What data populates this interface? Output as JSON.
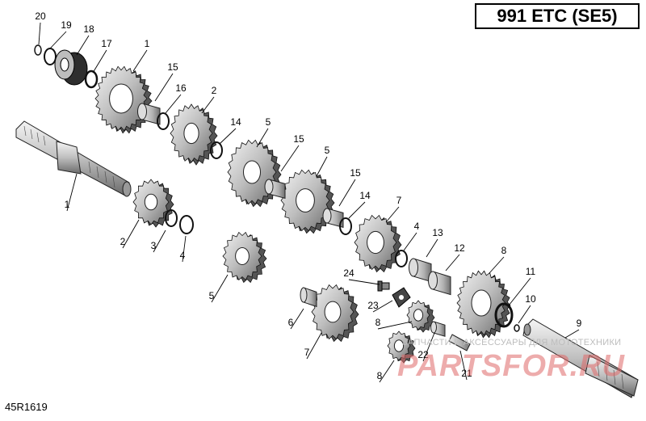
{
  "title": "991 ETC (SE5)",
  "reference_code": "45R1619",
  "watermark": {
    "text": "ЗАПЧАСТИ И АКСЕССУАРЫ ДЛЯ МОТОТЕХНИКИ",
    "logo": "PARTSFOR.RU"
  },
  "callouts": [
    {
      "id": "c1",
      "label": "20"
    },
    {
      "id": "c2",
      "label": "19"
    },
    {
      "id": "c3",
      "label": "18"
    },
    {
      "id": "c4",
      "label": "17"
    },
    {
      "id": "c5",
      "label": "1"
    },
    {
      "id": "c6",
      "label": "15"
    },
    {
      "id": "c7",
      "label": "16"
    },
    {
      "id": "c8",
      "label": "2"
    },
    {
      "id": "c9",
      "label": "14"
    },
    {
      "id": "c10",
      "label": "5"
    },
    {
      "id": "c11",
      "label": "15"
    },
    {
      "id": "c12",
      "label": "5"
    },
    {
      "id": "c13",
      "label": "15"
    },
    {
      "id": "c14",
      "label": "14"
    },
    {
      "id": "c15",
      "label": "7"
    },
    {
      "id": "c16",
      "label": "1"
    },
    {
      "id": "c17",
      "label": "2"
    },
    {
      "id": "c18",
      "label": "3"
    },
    {
      "id": "c19",
      "label": "4"
    },
    {
      "id": "c20",
      "label": "5"
    },
    {
      "id": "c21",
      "label": "4"
    },
    {
      "id": "c22",
      "label": "13"
    },
    {
      "id": "c23",
      "label": "12"
    },
    {
      "id": "c24",
      "label": "8"
    },
    {
      "id": "c25",
      "label": "24"
    },
    {
      "id": "c26",
      "label": "23"
    },
    {
      "id": "c27",
      "label": "6"
    },
    {
      "id": "c28",
      "label": "7"
    },
    {
      "id": "c29",
      "label": "8"
    },
    {
      "id": "c30",
      "label": "22"
    },
    {
      "id": "c31",
      "label": "11"
    },
    {
      "id": "c32",
      "label": "10"
    },
    {
      "id": "c33",
      "label": "9"
    },
    {
      "id": "c34",
      "label": "8"
    },
    {
      "id": "c35",
      "label": "21"
    }
  ],
  "colors": {
    "ink": "#000000",
    "gear_fill": "#cfcfcf",
    "gear_dark": "#555555",
    "watermark": "#e06a6a"
  }
}
